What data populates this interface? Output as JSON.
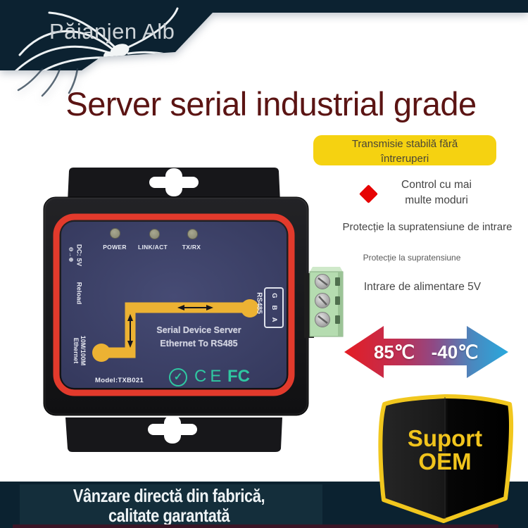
{
  "brand": {
    "name": "Păianjen Alb"
  },
  "title": "Server serial industrial grade",
  "features": {
    "badge_line1": "Transmisie stabilă fără",
    "badge_line2": "întreruperi",
    "control_line1": "Control cu mai",
    "control_line2": "multe moduri",
    "protection_input": "Protecție la supratensiune de intrare",
    "protection": "Protecție la supratensiune",
    "power_input": "Intrare de alimentare 5V",
    "temp_high": "85℃",
    "temp_low": "-40℃",
    "oem_line1": "Suport",
    "oem_line2": "OEM"
  },
  "device": {
    "led_labels": [
      "POWER",
      "LINK/ACT",
      "TX/RX"
    ],
    "side": {
      "power_symbol": "⊖→⊕",
      "dc": "DC: 5V",
      "reload": "Reload",
      "ethernet": "Ethernet",
      "speed": "10M/100M"
    },
    "center_line1": "Serial Device Server",
    "center_line2": "Ethernet To RS485",
    "port_label": "RS485",
    "pins": [
      "G",
      "B",
      "A"
    ],
    "model": "Model:TXB021",
    "cert_check": "✓",
    "cert_ce": "CE",
    "cert_fcc": "FC"
  },
  "footer": {
    "line1": "Vânzare directă din fabrică,",
    "line2": "calitate garantată"
  },
  "colors": {
    "banner": "#0c2231",
    "title": "#5b1413",
    "badge_bg": "#f5d211",
    "accent_red": "#e60404",
    "temp_red": "#e41d24",
    "temp_blue": "#29a9dd",
    "device_red": "#e23a2c",
    "device_navy": "#3c4065",
    "trace_yellow": "#ecb233",
    "cert_green": "#2fc7a1",
    "oem_yellow": "#f1c41c"
  }
}
